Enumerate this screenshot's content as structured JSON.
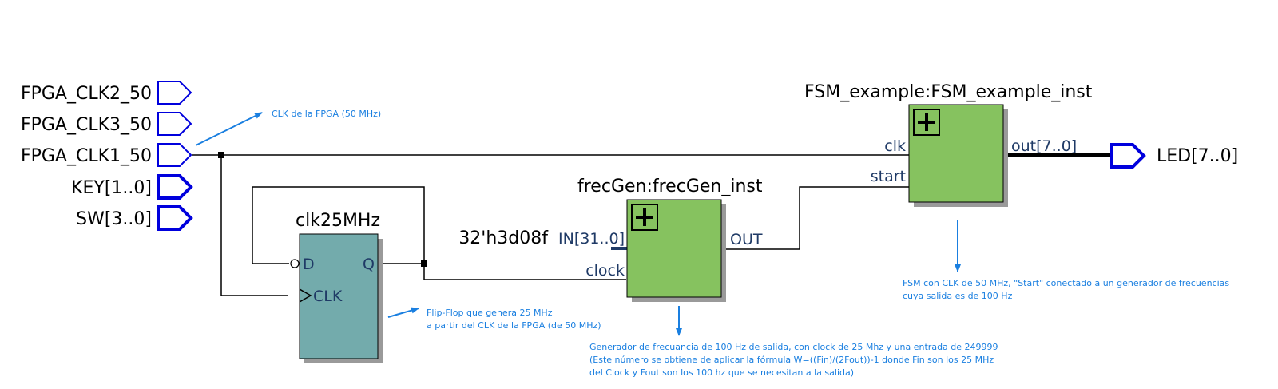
{
  "inputs": {
    "clk2": "FPGA_CLK2_50",
    "clk3": "FPGA_CLK3_50",
    "clk1": "FPGA_CLK1_50",
    "key": "KEY[1..0]",
    "sw": "SW[3..0]"
  },
  "output": {
    "led": "LED[7..0]"
  },
  "blocks": {
    "flipflop": {
      "title": "clk25MHz",
      "pin_d": "D",
      "pin_q": "Q",
      "pin_clk": "CLK"
    },
    "frecgen": {
      "title": "frecGen:frecGen_inst",
      "pin_in": "IN[31..0]",
      "pin_clock": "clock",
      "pin_out": "OUT",
      "const_value": "32'h3d08f"
    },
    "fsm": {
      "title": "FSM_example:FSM_example_inst",
      "pin_clk": "clk",
      "pin_start": "start",
      "pin_out": "out[7..0]"
    }
  },
  "annotations": {
    "fpga_clk": "CLK de la FPGA (50 MHz)",
    "flipflop_line1": "Flip-Flop que genera 25 MHz",
    "flipflop_line2": "a partir del CLK de la FPGA (de 50 MHz)",
    "fsm_line1": "FSM con CLK de 50 MHz, \"Start\" conectado a un generador de frecuencias",
    "fsm_line2": "cuya salida es de 100 Hz",
    "frecgen_line1": "Generador de frecuancia de 100 Hz de salida, con clock de 25 Mhz y una entrada de 249999",
    "frecgen_line2": "(Este número se obtiene de aplicar la fórmula W=((Fin)/(2Fout))-1 donde Fin son los 25 MHz",
    "frecgen_line3": "del Clock y Fout son los 100 hz que se necesitan a la salida)"
  },
  "colors": {
    "block_green": "#86c25f",
    "block_teal": "#73abac",
    "wire": "#000000",
    "port_blue": "#0000dd",
    "annotation_blue": "#1a7fe0",
    "pin_text": "#1f3a66"
  }
}
